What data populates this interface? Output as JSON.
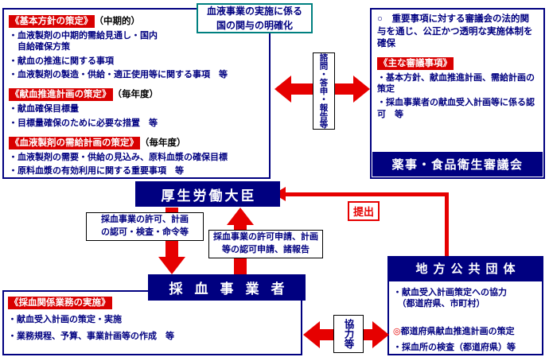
{
  "note_box": {
    "text": "血液事業の実施に係る\n国の関与の明確化"
  },
  "policy_box": {
    "sections": [
      {
        "label": "《基本方針の策定》",
        "suffix": "（中期的）",
        "items": [
          "・血液製剤の中期的需給見通し・国内\n　自給確保方策",
          "・献血の推進に関する事項",
          "・血液製剤の製造・供給・適正使用等に関する事項　等"
        ]
      },
      {
        "label": "《献血推進計画の策定》",
        "suffix": "（毎年度）",
        "items": [
          "・献血確保目標量",
          "・目標量確保のために必要な措置　等"
        ]
      },
      {
        "label": "《血液製剤の需給計画の策定》",
        "suffix": "（毎年度）",
        "items": [
          "・血液製剤の需要・供給の見込み、原料血漿の確保目標",
          "・原料血漿の有効利用に関する重要事項　等"
        ]
      }
    ]
  },
  "consult_arrow": {
    "label": "諮問・答申・報告等"
  },
  "council_box": {
    "intro": "○　重要事項に対する審議会の法的関与を通じ、公正かつ透明な実施体制を確保",
    "label": "《主な審議事項》",
    "items": [
      "・基本方針、献血推進計画、需給計画の策定",
      "・採血事業者の献血受入計画等に係る認可　等"
    ],
    "title": "薬事・食品衛生審議会"
  },
  "minister": {
    "title": "厚生労働大臣"
  },
  "collector": {
    "title": "採血事業者"
  },
  "down_arrow_label": "採血事業の許可、計画\nの認可・検査・命令等",
  "up_arrow_label": "採血事業の許可申請、計画\n等の認可申請、諸報告",
  "submit_label": "提出",
  "coop_label": "協力等",
  "collection_box": {
    "label": "《採血関係業務の実施》",
    "items": [
      "・献血受入計画の策定・実施",
      "・業務規程、予算、事業計画等の作成　等"
    ]
  },
  "local_gov_box": {
    "title": "地方公共団体",
    "item1": "・献血受入計画策定への協力\n　（都道府県、市町村）",
    "item2_marker": "◎",
    "item2": "都道府県献血推進計画の策定",
    "item3": "・採血所の検査（都道府県）等"
  },
  "colors": {
    "navy": "#000080",
    "red": "#e60000",
    "teal": "#008080"
  }
}
